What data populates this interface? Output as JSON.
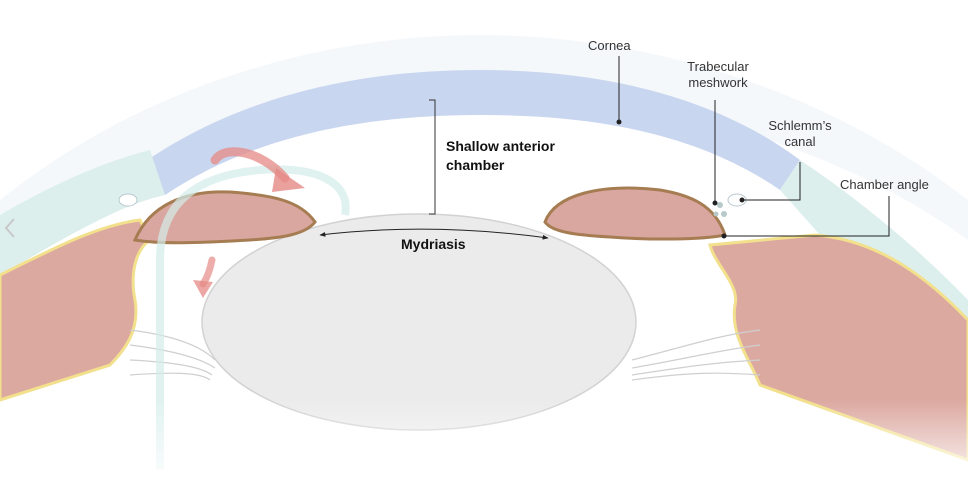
{
  "diagram": {
    "labels": {
      "cornea": "Cornea",
      "trabecular_meshwork_line1": "Trabecular",
      "trabecular_meshwork_line2": "meshwork",
      "schlemms_canal_line1": "Schlemm’s",
      "schlemms_canal_line2": "canal",
      "chamber_angle": "Chamber angle",
      "shallow_chamber_line1": "Shallow anterior",
      "shallow_chamber_line2": "chamber",
      "mydriasis": "Mydriasis"
    },
    "colors": {
      "cornea_fill": "#c9d6f0",
      "sclera_fill": "#dcefed",
      "iris_fill": "#d9a79f",
      "iris_edge": "#a67c52",
      "lens_fill": "#ebebeb",
      "ciliary_border": "#f2e08c",
      "flow_arrow": "#e58a86"
    },
    "nav": {
      "prev_icon": "chevron-left-icon"
    }
  }
}
